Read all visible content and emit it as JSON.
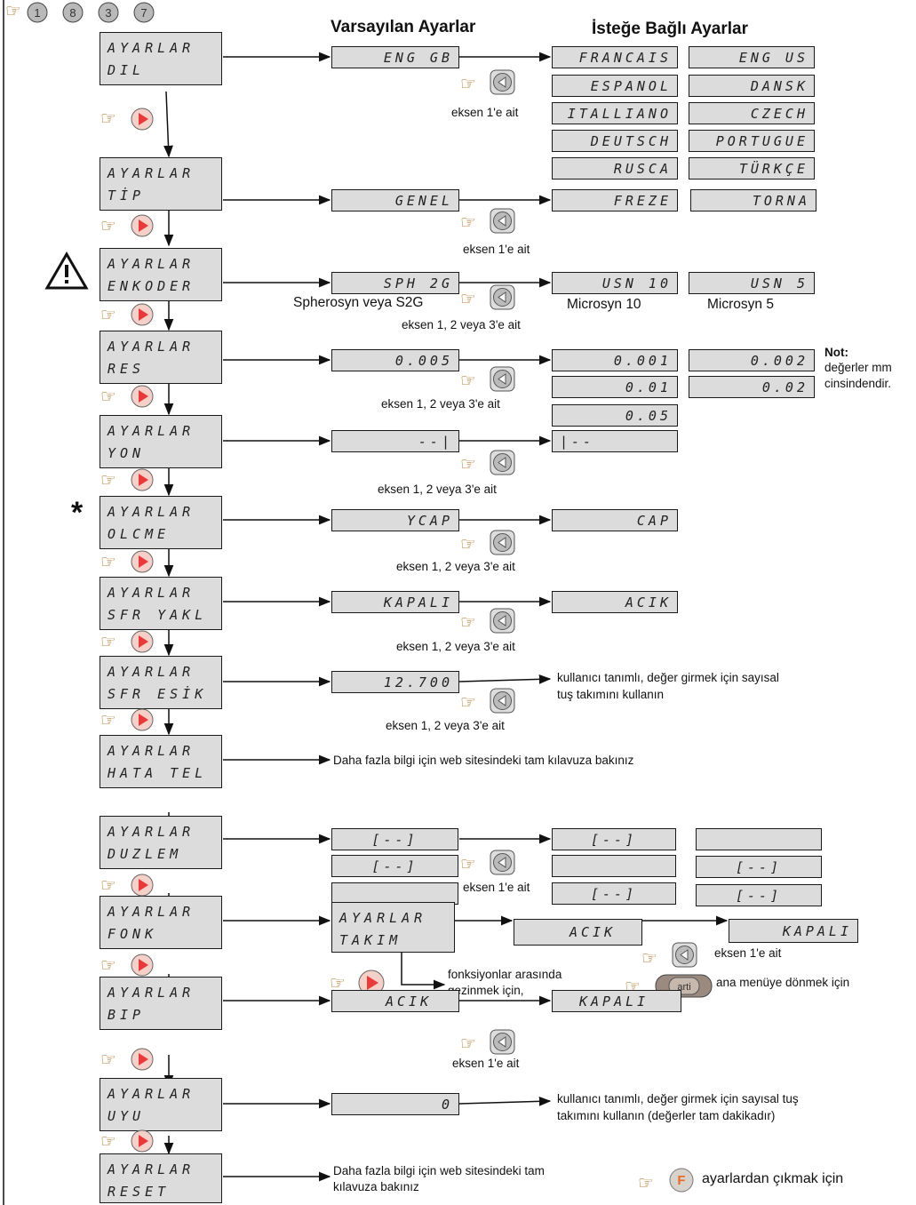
{
  "headers": {
    "default": "Varsayılan Ayarlar",
    "optional": "İsteğe Bağlı Ayarlar"
  },
  "top_keys": [
    "1",
    "8",
    "3",
    "7"
  ],
  "menus": [
    {
      "l1": "AYARLAR",
      "l2": "DIL"
    },
    {
      "l1": "AYARLAR",
      "l2": "TİP"
    },
    {
      "l1": "AYARLAR",
      "l2": "ENKODER"
    },
    {
      "l1": "AYARLAR",
      "l2": "RES"
    },
    {
      "l1": "AYARLAR",
      "l2": "YON"
    },
    {
      "l1": "AYARLAR",
      "l2": "OLCME"
    },
    {
      "l1": "AYARLAR",
      "l2": "SFR YAKL"
    },
    {
      "l1": "AYARLAR",
      "l2": "SFR ESİK"
    },
    {
      "l1": "AYARLAR",
      "l2": "HATA TEL"
    },
    {
      "l1": "AYARLAR",
      "l2": "DUZLEM"
    },
    {
      "l1": "AYARLAR",
      "l2": "FONK"
    },
    {
      "l1": "AYARLAR",
      "l2": "BIP"
    },
    {
      "l1": "AYARLAR",
      "l2": "UYU"
    },
    {
      "l1": "AYARLAR",
      "l2": "RESET"
    }
  ],
  "defaults": {
    "dil": "ENG GB",
    "tip": "GENEL",
    "enkoder": "SPH 2G",
    "res": "0.005",
    "yon": "--|",
    "olcme": "YCAP",
    "sfr_yakl": "KAPALI",
    "sfr_esik": "12.700",
    "duzlem": [
      "[--]",
      "[--]",
      ""
    ],
    "fonk": {
      "l1": "AYARLAR",
      "l2": "TAKIM"
    },
    "bip": "ACIK",
    "uyu": "0"
  },
  "options": {
    "dil": [
      "FRANCAIS",
      "ENG US",
      "ESPANOL",
      "DANSK",
      "ITALLIANO",
      "CZECH",
      "DEUTSCH",
      "PORTUGUE",
      "RUSCA",
      "TÜRKÇE"
    ],
    "tip": [
      "FREZE",
      "TORNA"
    ],
    "enkoder": [
      "USN 10",
      "USN 5"
    ],
    "res": [
      "0.001",
      "0.002",
      "0.01",
      "0.02",
      "0.05"
    ],
    "yon": [
      "|--"
    ],
    "olcme": [
      "CAP"
    ],
    "sfr_yakl": [
      "ACIK"
    ],
    "duzlem_col1": [
      "[--]",
      "",
      "[--]"
    ],
    "duzlem_col2": [
      "",
      "[--]",
      "[--]"
    ],
    "fonk_1": "ACIK",
    "fonk_2": "KAPALI",
    "bip": [
      "KAPALI"
    ]
  },
  "labels": {
    "eksen1": "eksen 1'e ait",
    "eksen123": "eksen 1, 2 veya 3'e ait",
    "spherosyn": "Spherosyn veya S2G",
    "microsyn10": "Microsyn 10",
    "microsyn5": "Microsyn 5",
    "not_title": "Not:",
    "not_l1": "değerler mm",
    "not_l2": "cinsindendir.",
    "sfr_esik_note_l1": "kullanıcı tanımlı, değer girmek için sayısal",
    "sfr_esik_note_l2": "tuş takımını kullanın",
    "hata_note": "Daha fazla bilgi için web sitesindeki tam kılavuza bakınız",
    "fonk_browse_l1": "fonksiyonlar arasında",
    "fonk_browse_l2": "gezinmek için,",
    "arti_key": "arti",
    "main_menu": "ana menüye dönmek için",
    "uyu_note_l1": "kullanıcı tanımlı, değer girmek için sayısal tuş",
    "uyu_note_l2": "takımını kullanın (değerler tam dakikadır)",
    "reset_note_l1": "Daha fazla bilgi için web sitesindeki tam",
    "reset_note_l2": "kılavuza bakınız",
    "f_key": "F",
    "exit": "ayarlardan çıkmak için",
    "star": "*"
  },
  "colors": {
    "lcd_bg": "#dcdcdc",
    "arrow_key": "#e83a3a",
    "hand": "#a86410",
    "key_grey": "#b9b9b9"
  },
  "icons": [
    "hand-pointer-icon",
    "right-arrow-key-icon",
    "left-arrow-key-icon",
    "warning-triangle-icon",
    "f-key-icon",
    "arti-key-icon"
  ]
}
